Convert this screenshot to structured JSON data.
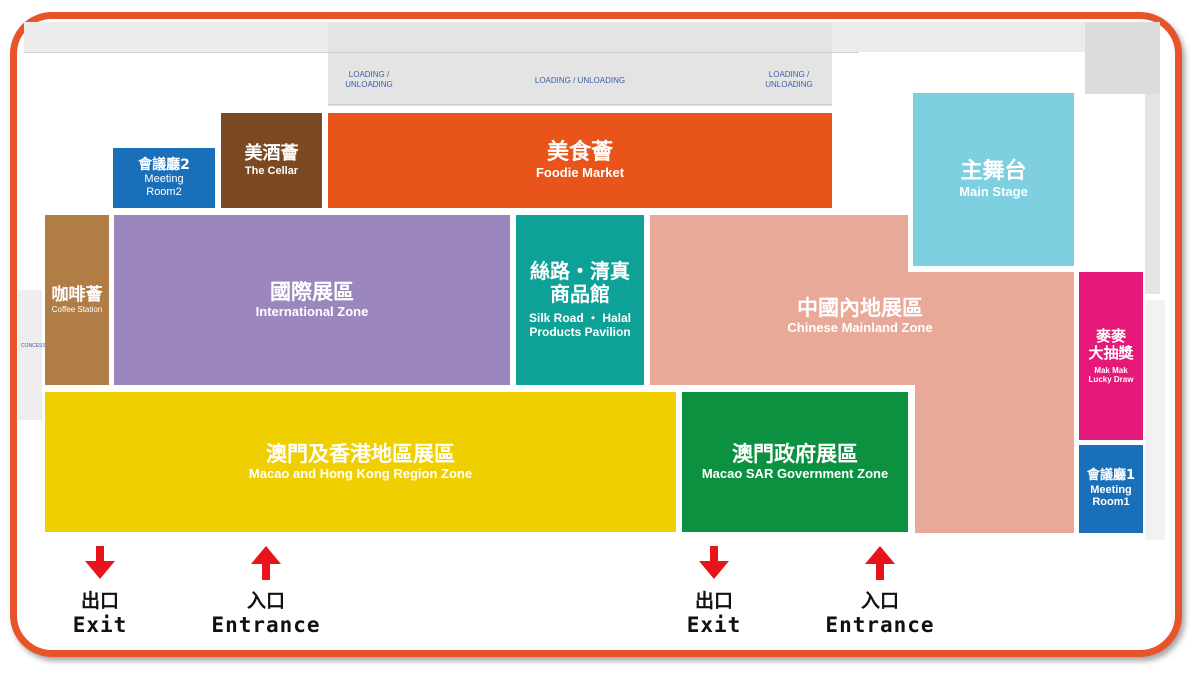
{
  "docks": [
    {
      "label_line1": "LOADING /",
      "label_line2": "UNLOADING"
    },
    {
      "label_line1": "LOADING / UNLOADING",
      "label_line2": ""
    },
    {
      "label_line1": "LOADING /",
      "label_line2": "UNLOADING"
    }
  ],
  "zones": {
    "meeting_room2": {
      "zh": "會議廳2",
      "en_line1": "Meeting",
      "en_line2": "Room2",
      "color": "#1a6fba"
    },
    "cellar": {
      "zh": "美酒薈",
      "en": "The Cellar",
      "color": "#7b4a22"
    },
    "foodie": {
      "zh": "美食薈",
      "en": "Foodie Market",
      "color": "#e8541a"
    },
    "main_stage": {
      "zh": "主舞台",
      "en": "Main Stage",
      "color": "#7ecfe0"
    },
    "coffee": {
      "zh": "咖啡薈",
      "en": "Coffee Station",
      "color": "#b07d46"
    },
    "international": {
      "zh": "國際展區",
      "en": "International Zone",
      "color": "#9b87be"
    },
    "silk_road": {
      "zh_line1": "絲路・清真",
      "zh_line2": "商品館",
      "en_line1": "Silk Road ・ Halal",
      "en_line2": "Products Pavilion",
      "color": "#0ea197"
    },
    "chinese_mainland": {
      "zh": "中國內地展區",
      "en": "Chinese Mainland Zone",
      "color": "#e8a998"
    },
    "lucky_draw": {
      "zh_line1": "麥麥",
      "zh_line2": "大抽獎",
      "en_line1": "Mak Mak",
      "en_line2": "Lucky Draw",
      "color": "#e5197a"
    },
    "meeting_room1": {
      "zh": "會議廳1",
      "en_line1": "Meeting",
      "en_line2": "Room1",
      "color": "#1a6fba"
    },
    "macao_hk": {
      "zh": "澳門及香港地區展區",
      "en": "Macao and Hong Kong Region Zone",
      "color": "#f0cf00"
    },
    "macao_gov": {
      "zh": "澳門政府展區",
      "en": "Macao SAR Government Zone",
      "color": "#0c9140"
    }
  },
  "doors": [
    {
      "type": "exit",
      "zh": "出口",
      "en": "Exit"
    },
    {
      "type": "entrance",
      "zh": "入口",
      "en": "Entrance"
    },
    {
      "type": "exit",
      "zh": "出口",
      "en": "Exit"
    },
    {
      "type": "entrance",
      "zh": "入口",
      "en": "Entrance"
    }
  ],
  "side_label": "CONCESSION",
  "colors": {
    "frame": "#e8542a",
    "arrow": "#e8141b"
  }
}
